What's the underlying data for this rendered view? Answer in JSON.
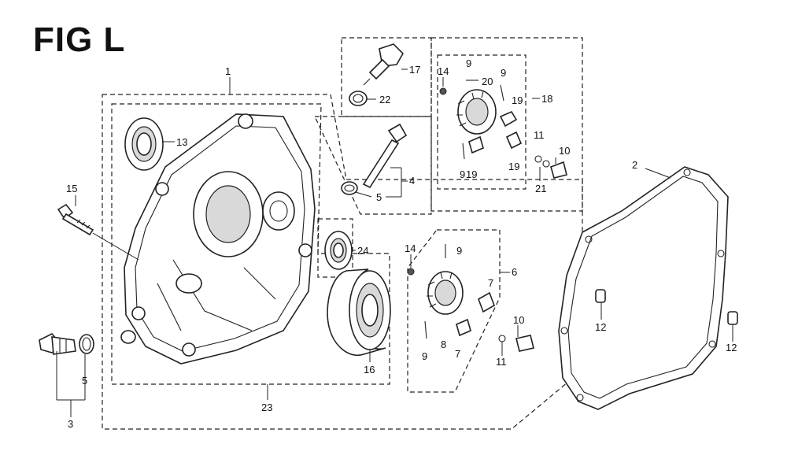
{
  "figure": {
    "title": "FIG L"
  },
  "callouts": [
    {
      "id": "c1",
      "text": "1"
    },
    {
      "id": "c2",
      "text": "2"
    },
    {
      "id": "c3",
      "text": "3"
    },
    {
      "id": "c4",
      "text": "4"
    },
    {
      "id": "c5a",
      "text": "5"
    },
    {
      "id": "c5b",
      "text": "5"
    },
    {
      "id": "c6",
      "text": "6"
    },
    {
      "id": "c7a",
      "text": "7"
    },
    {
      "id": "c7b",
      "text": "7"
    },
    {
      "id": "c8",
      "text": "8"
    },
    {
      "id": "c9a",
      "text": "9"
    },
    {
      "id": "c9b",
      "text": "9"
    },
    {
      "id": "c9c",
      "text": "9"
    },
    {
      "id": "c9d",
      "text": "9"
    },
    {
      "id": "c9e",
      "text": "9"
    },
    {
      "id": "c10a",
      "text": "10"
    },
    {
      "id": "c10b",
      "text": "10"
    },
    {
      "id": "c11a",
      "text": "11"
    },
    {
      "id": "c11b",
      "text": "11"
    },
    {
      "id": "c12a",
      "text": "12"
    },
    {
      "id": "c12b",
      "text": "12"
    },
    {
      "id": "c13",
      "text": "13"
    },
    {
      "id": "c14a",
      "text": "14"
    },
    {
      "id": "c14b",
      "text": "14"
    },
    {
      "id": "c15",
      "text": "15"
    },
    {
      "id": "c16",
      "text": "16"
    },
    {
      "id": "c17",
      "text": "17"
    },
    {
      "id": "c18",
      "text": "18"
    },
    {
      "id": "c19a",
      "text": "19"
    },
    {
      "id": "c19b",
      "text": "19"
    },
    {
      "id": "c19c",
      "text": "19"
    },
    {
      "id": "c20",
      "text": "20"
    },
    {
      "id": "c21",
      "text": "21"
    },
    {
      "id": "c22",
      "text": "22"
    },
    {
      "id": "c23",
      "text": "23"
    },
    {
      "id": "c24",
      "text": "24"
    }
  ]
}
